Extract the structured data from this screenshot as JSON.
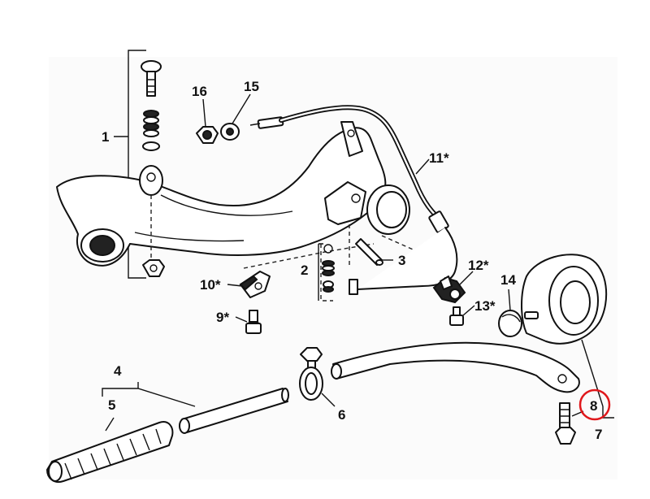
{
  "callouts": [
    {
      "id": "1",
      "text": "1"
    },
    {
      "id": "2",
      "text": "2"
    },
    {
      "id": "3",
      "text": "3"
    },
    {
      "id": "4",
      "text": "4"
    },
    {
      "id": "5",
      "text": "5"
    },
    {
      "id": "6",
      "text": "6"
    },
    {
      "id": "7",
      "text": "7"
    },
    {
      "id": "8",
      "text": "8"
    },
    {
      "id": "9",
      "text": "9*"
    },
    {
      "id": "10",
      "text": "10*"
    },
    {
      "id": "11",
      "text": "11*"
    },
    {
      "id": "12",
      "text": "12*"
    },
    {
      "id": "13",
      "text": "13*"
    },
    {
      "id": "14",
      "text": "14"
    },
    {
      "id": "15",
      "text": "15"
    },
    {
      "id": "16",
      "text": "16"
    }
  ],
  "highlight": {
    "target": "8",
    "color": "#e0181c"
  },
  "colors": {
    "line": "#111111",
    "background": "#ffffff"
  }
}
